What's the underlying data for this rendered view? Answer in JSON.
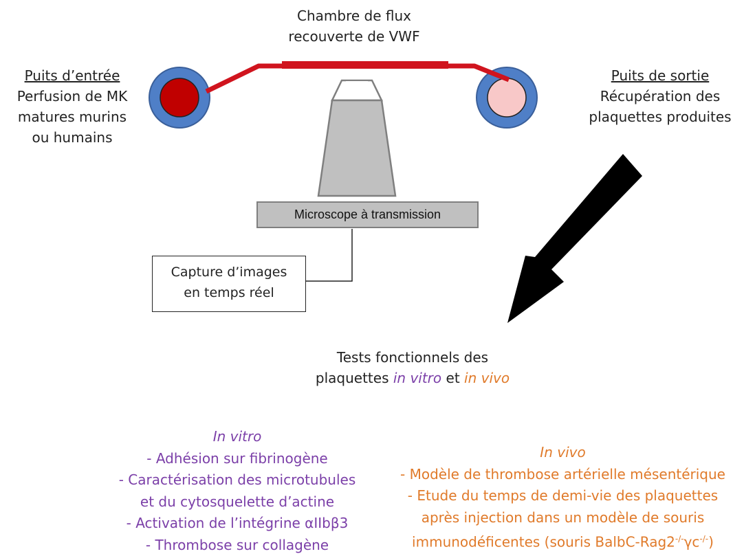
{
  "diagram": {
    "chamber": {
      "line1": "Chambre de flux",
      "line2": "recouverte de VWF"
    },
    "inlet": {
      "title": "Puits d’entrée",
      "line1": "Perfusion de MK",
      "line2": "matures murins",
      "line3": "ou humains"
    },
    "outlet": {
      "title": "Puits de sortie",
      "line1": "Récupération des",
      "line2": "plaquettes produites"
    },
    "microscope_label": "Microscope à transmission",
    "capture": {
      "line1": "Capture d’images",
      "line2": "en temps réel"
    },
    "tests": {
      "line1": "Tests fonctionnels des",
      "line2_prefix": "plaquettes ",
      "in_vitro": "in vitro",
      "connector": " et ",
      "in_vivo": "in vivo"
    },
    "invitro": {
      "heading": "In vitro",
      "items": [
        "- Adhésion sur fibrinogène",
        "- Caractérisation des microtubules",
        "et du cytosquelette d’actine",
        "- Activation de l’intégrine αIIbβ3",
        "- Thrombose sur collagène"
      ]
    },
    "invivo": {
      "heading": "In vivo",
      "items": [
        "- Modèle de thrombose artérielle mésentérique",
        "- Etude du temps de demi-vie des plaquettes",
        "après injection dans un modèle de souris"
      ],
      "last_line_prefix": "immunodéficentes (souris BalbC-Rag2",
      "last_sup1": "-/-",
      "last_mid": "γc",
      "last_sup2": "-/-",
      "last_suffix": ")"
    },
    "colors": {
      "well_outer": "#4f7fc7",
      "inlet_fill": "#c00000",
      "outlet_fill": "#f8c8c8",
      "channel": "#d0141e",
      "microscope_fill": "#c0c0c0",
      "microscope_stroke": "#7f7f7f",
      "arrow": "#000000",
      "in_vitro": "#7b3fa8",
      "in_vivo": "#e07a2a"
    }
  }
}
